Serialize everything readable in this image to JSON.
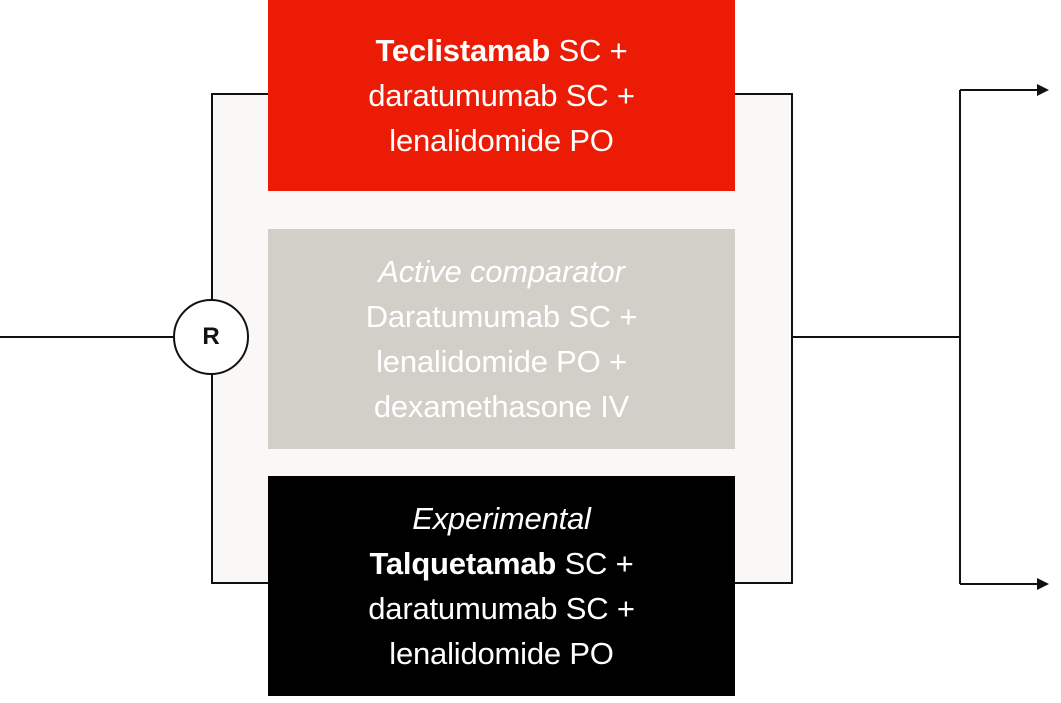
{
  "diagram": {
    "randomization": {
      "label": "R"
    },
    "arms": [
      {
        "label": "",
        "drug": "Teclistamab",
        "drug_suffix": " SC +",
        "line2": "daratumumab SC +",
        "line3": "lenalidomide PO",
        "color": "#EC1B05"
      },
      {
        "label": "Active comparator",
        "line1": "Daratumumab SC +",
        "line2": "lenalidomide PO +",
        "line3": "dexamethasone IV",
        "color": "#D2CEC8"
      },
      {
        "label": "Experimental",
        "drug": "Talquetamab",
        "drug_suffix": " SC +",
        "line2": "daratumumab SC +",
        "line3": "lenalidomide PO",
        "color": "#000000"
      }
    ],
    "colors": {
      "line": "#111111",
      "panel": "#F9F8F7"
    }
  }
}
